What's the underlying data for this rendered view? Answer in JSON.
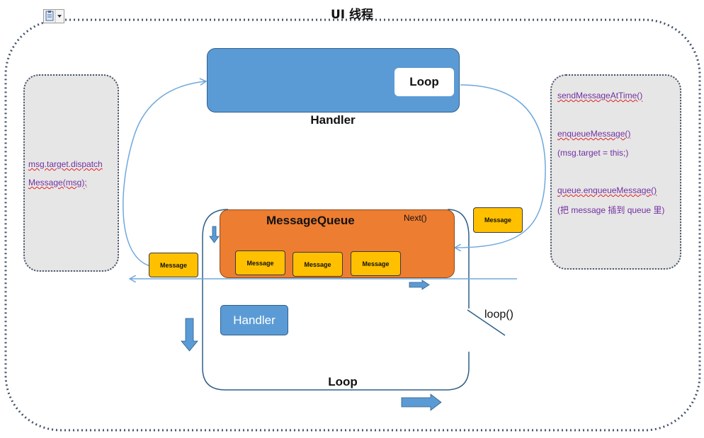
{
  "title": "UI 线程",
  "toolbar": {
    "icon": "document-paste-icon"
  },
  "handler_top": {
    "label": "Handler",
    "loop_chip": "Loop"
  },
  "message_queue": {
    "label": "MessageQueue",
    "next_label": "Next()",
    "messages": [
      "Message",
      "Message",
      "Message"
    ]
  },
  "incoming_message": "Message",
  "outgoing_message": "Message",
  "inner_handler": "Handler",
  "loop_box": {
    "label": "Loop",
    "fn_label": "loop()"
  },
  "left_panel": {
    "lines": [
      "msg.target.dispatch",
      "Message(msg);"
    ]
  },
  "right_panel": {
    "lines": [
      "sendMessageAtTime()",
      "enqueueMessage()",
      "(msg.target = this;)",
      "queue.enqueueMessage()",
      "(把 message 插到 queue 里)"
    ]
  },
  "colors": {
    "handler_blue": "#5b9bd5",
    "queue_orange": "#ed7d31",
    "message_yellow": "#ffc000",
    "panel_gray": "#e7e6e6",
    "text_purple": "#7030a0",
    "dotted_border": "#44546a",
    "arrow_blue": "#6fa8dc"
  }
}
